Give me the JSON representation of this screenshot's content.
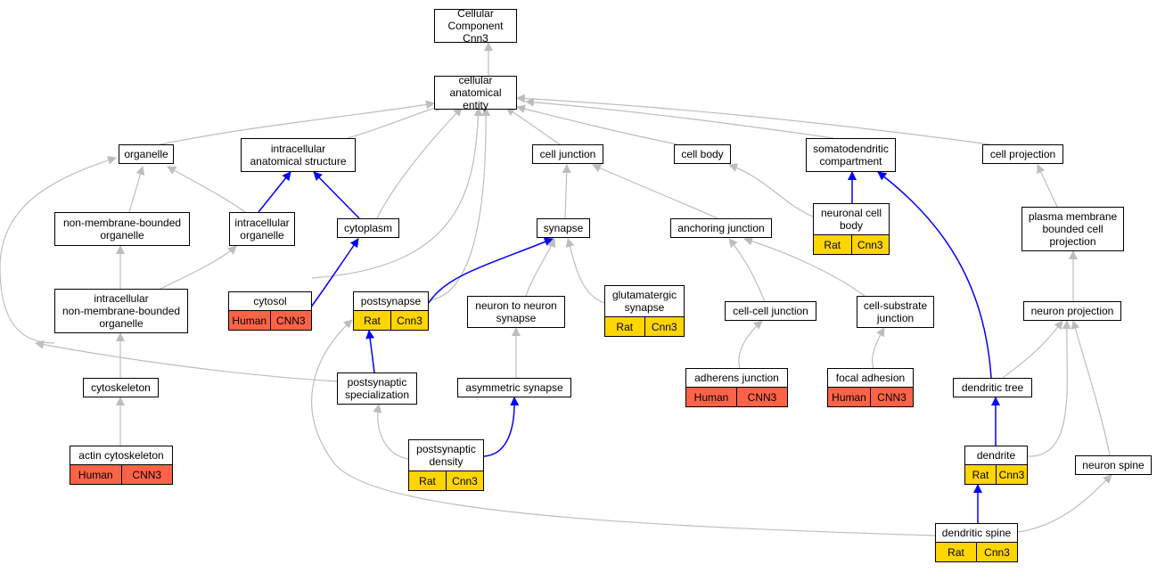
{
  "nodes": {
    "root": {
      "label": "Cellular Component\nCnn3"
    },
    "cae": {
      "label": "cellular anatomical\nentity"
    },
    "organelle": {
      "label": "organelle"
    },
    "ias": {
      "label": "intracellular\nanatomical structure"
    },
    "cell_junction": {
      "label": "cell junction"
    },
    "cell_body": {
      "label": "cell body"
    },
    "somato": {
      "label": "somatodendritic\ncompartment"
    },
    "cell_projection": {
      "label": "cell projection"
    },
    "nmbo": {
      "label": "non-membrane-bounded\norganelle"
    },
    "intra_org": {
      "label": "intracellular\norganelle"
    },
    "cytoplasm": {
      "label": "cytoplasm"
    },
    "synapse": {
      "label": "synapse"
    },
    "anchoring": {
      "label": "anchoring junction"
    },
    "ncb": {
      "label": "neuronal cell\nbody",
      "annotation": {
        "species": "Rat",
        "gene": "Cnn3",
        "color": "#ffd500"
      }
    },
    "pmbcp": {
      "label": "plasma membrane\nbounded cell\nprojection"
    },
    "inmbo": {
      "label": "intracellular\nnon-membrane-bounded\norganelle"
    },
    "cytosol": {
      "label": "cytosol",
      "annotation": {
        "species": "Human",
        "gene": "CNN3",
        "color": "#ff6347"
      }
    },
    "postsynapse": {
      "label": "postsynapse",
      "annotation": {
        "species": "Rat",
        "gene": "Cnn3",
        "color": "#ffd500"
      }
    },
    "n2n": {
      "label": "neuron to neuron\nsynapse"
    },
    "glut": {
      "label": "glutamatergic\nsynapse",
      "annotation": {
        "species": "Rat",
        "gene": "Cnn3",
        "color": "#ffd500"
      }
    },
    "ccj": {
      "label": "cell-cell junction"
    },
    "csj": {
      "label": "cell-substrate\njunction"
    },
    "neuron_proj": {
      "label": "neuron projection"
    },
    "cytoskeleton": {
      "label": "cytoskeleton"
    },
    "pss": {
      "label": "postsynaptic\nspecialization"
    },
    "asym": {
      "label": "asymmetric synapse"
    },
    "adherens": {
      "label": "adherens junction",
      "annotation": {
        "species": "Human",
        "gene": "CNN3",
        "color": "#ff6347"
      }
    },
    "focal": {
      "label": "focal adhesion",
      "annotation": {
        "species": "Human",
        "gene": "CNN3",
        "color": "#ff6347"
      }
    },
    "dtree": {
      "label": "dendritic tree"
    },
    "actin": {
      "label": "actin cytoskeleton",
      "annotation": {
        "species": "Human",
        "gene": "CNN3",
        "color": "#ff6347"
      }
    },
    "psd": {
      "label": "postsynaptic\ndensity",
      "annotation": {
        "species": "Rat",
        "gene": "Cnn3",
        "color": "#ffd500"
      }
    },
    "dendrite": {
      "label": "dendrite",
      "annotation": {
        "species": "Rat",
        "gene": "Cnn3",
        "color": "#ffd500"
      }
    },
    "nspine": {
      "label": "neuron spine"
    },
    "dspine": {
      "label": "dendritic spine",
      "annotation": {
        "species": "Rat",
        "gene": "Cnn3",
        "color": "#ffd500"
      }
    }
  },
  "edge_colors": {
    "is_a": "#bdbdbd",
    "part_of": "#0000ff"
  }
}
